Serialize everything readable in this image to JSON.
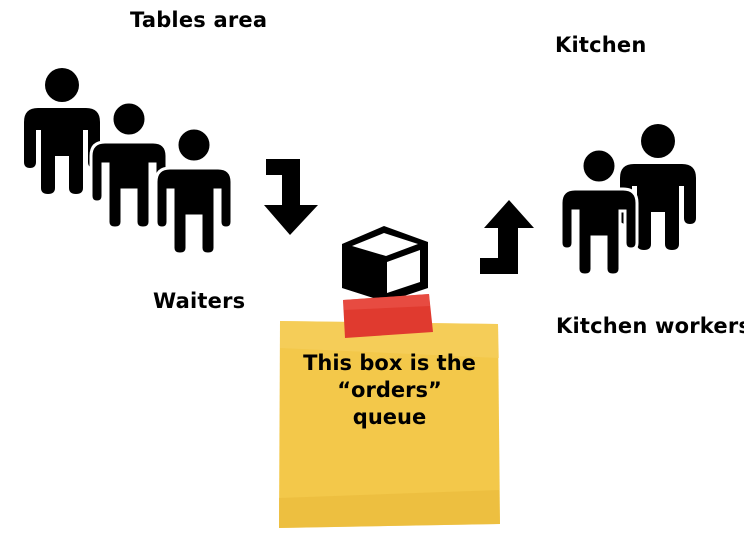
{
  "labels": {
    "tables_area": "Tables area",
    "kitchen": "Kitchen",
    "waiters": "Waiters",
    "kitchen_workers": "Kitchen workers"
  },
  "sticky_note": {
    "lines": [
      "This box is the",
      "“orders”",
      "queue"
    ],
    "color": "#f3c84a",
    "tape_color": "#e03a2f"
  },
  "icons": {
    "waiters_group": "person-icon",
    "kitchen_group": "person-icon",
    "queue": "box-icon",
    "to_queue": "arrow-down-icon",
    "from_queue": "arrow-up-icon"
  }
}
